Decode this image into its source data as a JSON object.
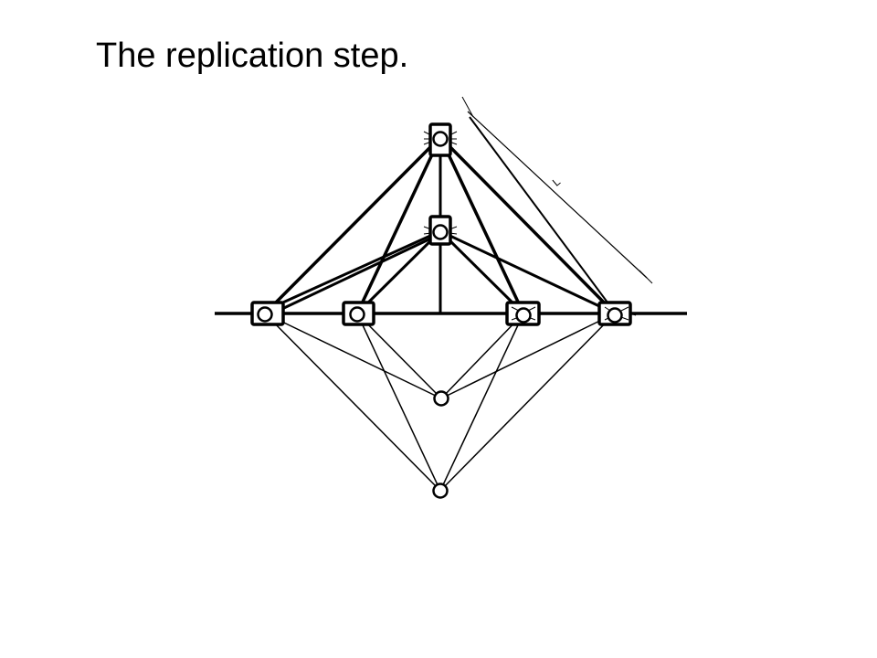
{
  "slide": {
    "title": "The replication step."
  },
  "diagram": {
    "dimension_label": "L",
    "nodes": [
      {
        "id": "top",
        "boxed": true
      },
      {
        "id": "mid",
        "boxed": true
      },
      {
        "id": "base-1",
        "boxed": true
      },
      {
        "id": "base-2",
        "boxed": true
      },
      {
        "id": "base-3",
        "boxed": true
      },
      {
        "id": "base-4",
        "boxed": true
      },
      {
        "id": "lower-1",
        "boxed": false
      },
      {
        "id": "lower-2",
        "boxed": false
      }
    ]
  }
}
